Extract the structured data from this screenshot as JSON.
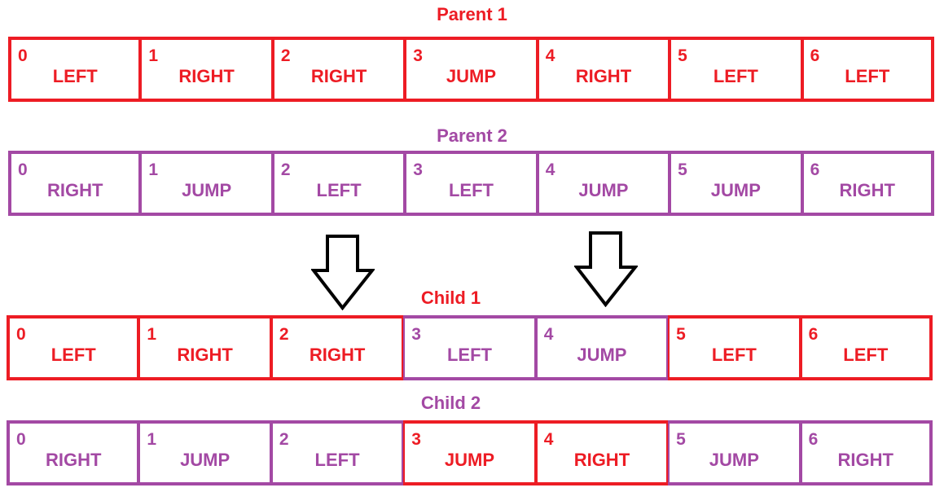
{
  "colors": {
    "parent1": "#ed1c24",
    "parent2": "#a349a4"
  },
  "rows": [
    {
      "title": "Parent 1",
      "title_color": "red",
      "cells": [
        {
          "index": "0",
          "action": "LEFT",
          "color": "red"
        },
        {
          "index": "1",
          "action": "RIGHT",
          "color": "red"
        },
        {
          "index": "2",
          "action": "RIGHT",
          "color": "red"
        },
        {
          "index": "3",
          "action": "JUMP",
          "color": "red"
        },
        {
          "index": "4",
          "action": "RIGHT",
          "color": "red"
        },
        {
          "index": "5",
          "action": "LEFT",
          "color": "red"
        },
        {
          "index": "6",
          "action": "LEFT",
          "color": "red"
        }
      ]
    },
    {
      "title": "Parent 2",
      "title_color": "purple",
      "cells": [
        {
          "index": "0",
          "action": "RIGHT",
          "color": "purple"
        },
        {
          "index": "1",
          "action": "JUMP",
          "color": "purple"
        },
        {
          "index": "2",
          "action": "LEFT",
          "color": "purple"
        },
        {
          "index": "3",
          "action": "LEFT",
          "color": "purple"
        },
        {
          "index": "4",
          "action": "JUMP",
          "color": "purple"
        },
        {
          "index": "5",
          "action": "JUMP",
          "color": "purple"
        },
        {
          "index": "6",
          "action": "RIGHT",
          "color": "purple"
        }
      ]
    },
    {
      "title": "Child 1",
      "title_color": "red",
      "cells": [
        {
          "index": "0",
          "action": "LEFT",
          "color": "red"
        },
        {
          "index": "1",
          "action": "RIGHT",
          "color": "red"
        },
        {
          "index": "2",
          "action": "RIGHT",
          "color": "red"
        },
        {
          "index": "3",
          "action": "LEFT",
          "color": "purple"
        },
        {
          "index": "4",
          "action": "JUMP",
          "color": "purple"
        },
        {
          "index": "5",
          "action": "LEFT",
          "color": "red"
        },
        {
          "index": "6",
          "action": "LEFT",
          "color": "red"
        }
      ]
    },
    {
      "title": "Child 2",
      "title_color": "purple",
      "cells": [
        {
          "index": "0",
          "action": "RIGHT",
          "color": "purple"
        },
        {
          "index": "1",
          "action": "JUMP",
          "color": "purple"
        },
        {
          "index": "2",
          "action": "LEFT",
          "color": "purple"
        },
        {
          "index": "3",
          "action": "JUMP",
          "color": "red"
        },
        {
          "index": "4",
          "action": "RIGHT",
          "color": "red"
        },
        {
          "index": "5",
          "action": "JUMP",
          "color": "purple"
        },
        {
          "index": "6",
          "action": "RIGHT",
          "color": "purple"
        }
      ]
    }
  ],
  "arrows": [
    {
      "name": "crossover-point-1-arrow-icon"
    },
    {
      "name": "crossover-point-2-arrow-icon"
    }
  ]
}
